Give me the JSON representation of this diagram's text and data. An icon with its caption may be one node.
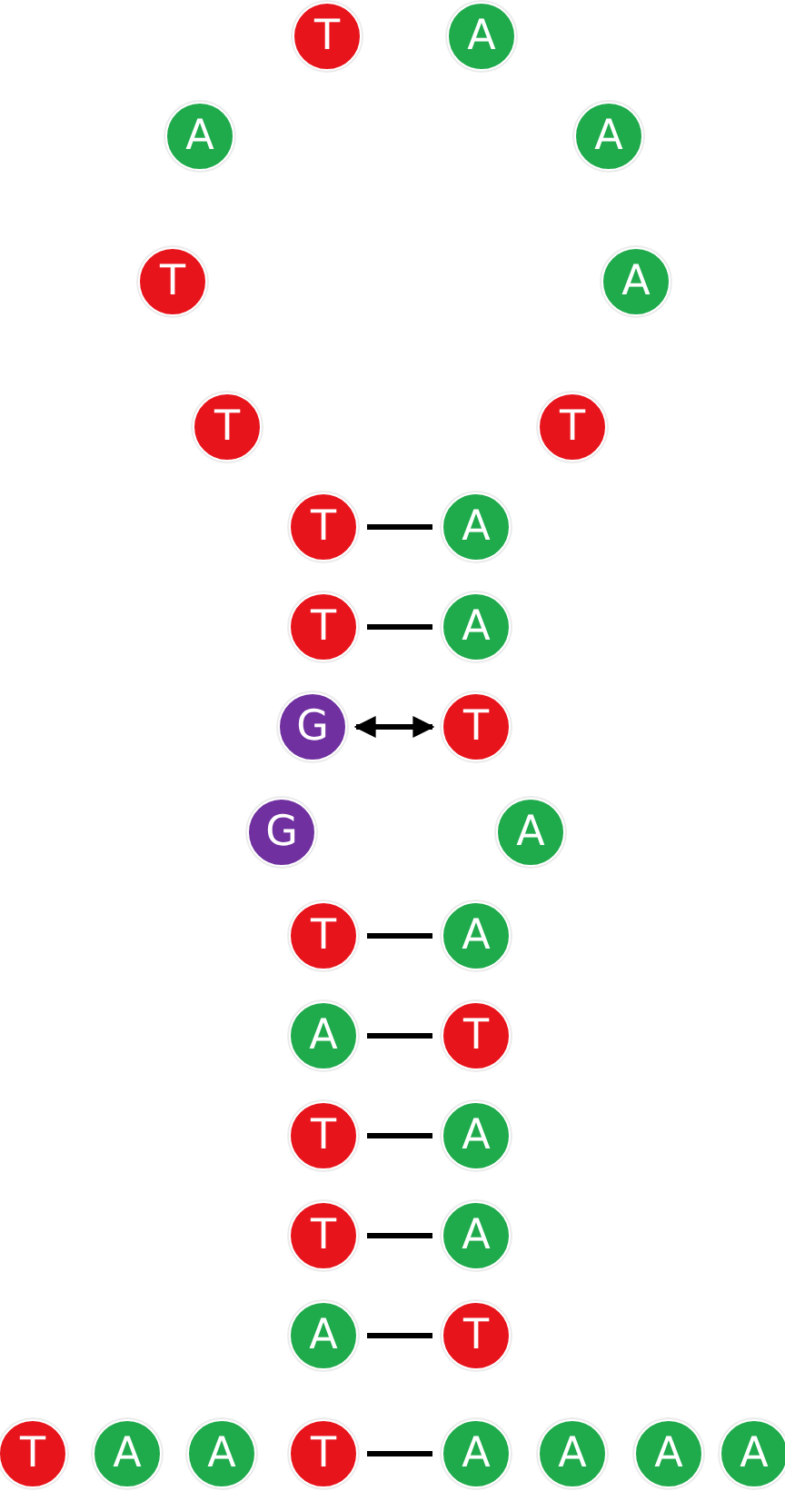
{
  "diagram": {
    "nodes": [
      {
        "text": [
          "T"
        ]
      },
      {
        "text": [
          "A"
        ]
      },
      {
        "text": [
          "A"
        ]
      },
      {
        "text": [
          "A"
        ]
      },
      {
        "text": [
          "T"
        ]
      },
      {
        "text": [
          "A"
        ]
      },
      {
        "text": [
          "T"
        ]
      },
      {
        "text": [
          "T"
        ]
      },
      {
        "text": [
          "T"
        ]
      },
      {
        "text": [
          "A"
        ]
      },
      {
        "text": [
          "T"
        ]
      },
      {
        "text": [
          "A"
        ]
      },
      {
        "text": [
          "G"
        ]
      },
      {
        "text": [
          "T"
        ]
      },
      {
        "text": [
          "G"
        ]
      },
      {
        "text": [
          "A"
        ]
      },
      {
        "text": [
          "T"
        ]
      },
      {
        "text": [
          "A"
        ]
      },
      {
        "text": [
          "A"
        ]
      },
      {
        "text": [
          "T"
        ]
      },
      {
        "text": [
          "T"
        ]
      },
      {
        "text": [
          "A"
        ]
      },
      {
        "text": [
          "T"
        ]
      },
      {
        "text": [
          "A"
        ]
      },
      {
        "text": [
          "A"
        ]
      },
      {
        "text": [
          "T"
        ]
      },
      {
        "text": [
          "T"
        ]
      },
      {
        "text": [
          "A"
        ]
      },
      {
        "text": [
          "A"
        ]
      },
      {
        "text": [
          "T"
        ]
      },
      {
        "text": [
          "A"
        ]
      },
      {
        "text": [
          "A"
        ]
      },
      {
        "text": [
          "A"
        ]
      },
      {
        "text": [
          "A"
        ]
      }
    ],
    "edges": [
      {
        "from": 8,
        "to": 9,
        "arrow": "none"
      },
      {
        "from": 10,
        "to": 11,
        "arrow": "none"
      },
      {
        "from": 12,
        "to": 13,
        "arrow": "both"
      },
      {
        "from": 16,
        "to": 17,
        "arrow": "none"
      },
      {
        "from": 18,
        "to": 19,
        "arrow": "none"
      },
      {
        "from": 20,
        "to": 21,
        "arrow": "none"
      },
      {
        "from": 22,
        "to": 23,
        "arrow": "none"
      },
      {
        "from": 24,
        "to": 25,
        "arrow": "none"
      },
      {
        "from": 29,
        "to": 30,
        "arrow": "none"
      }
    ]
  }
}
